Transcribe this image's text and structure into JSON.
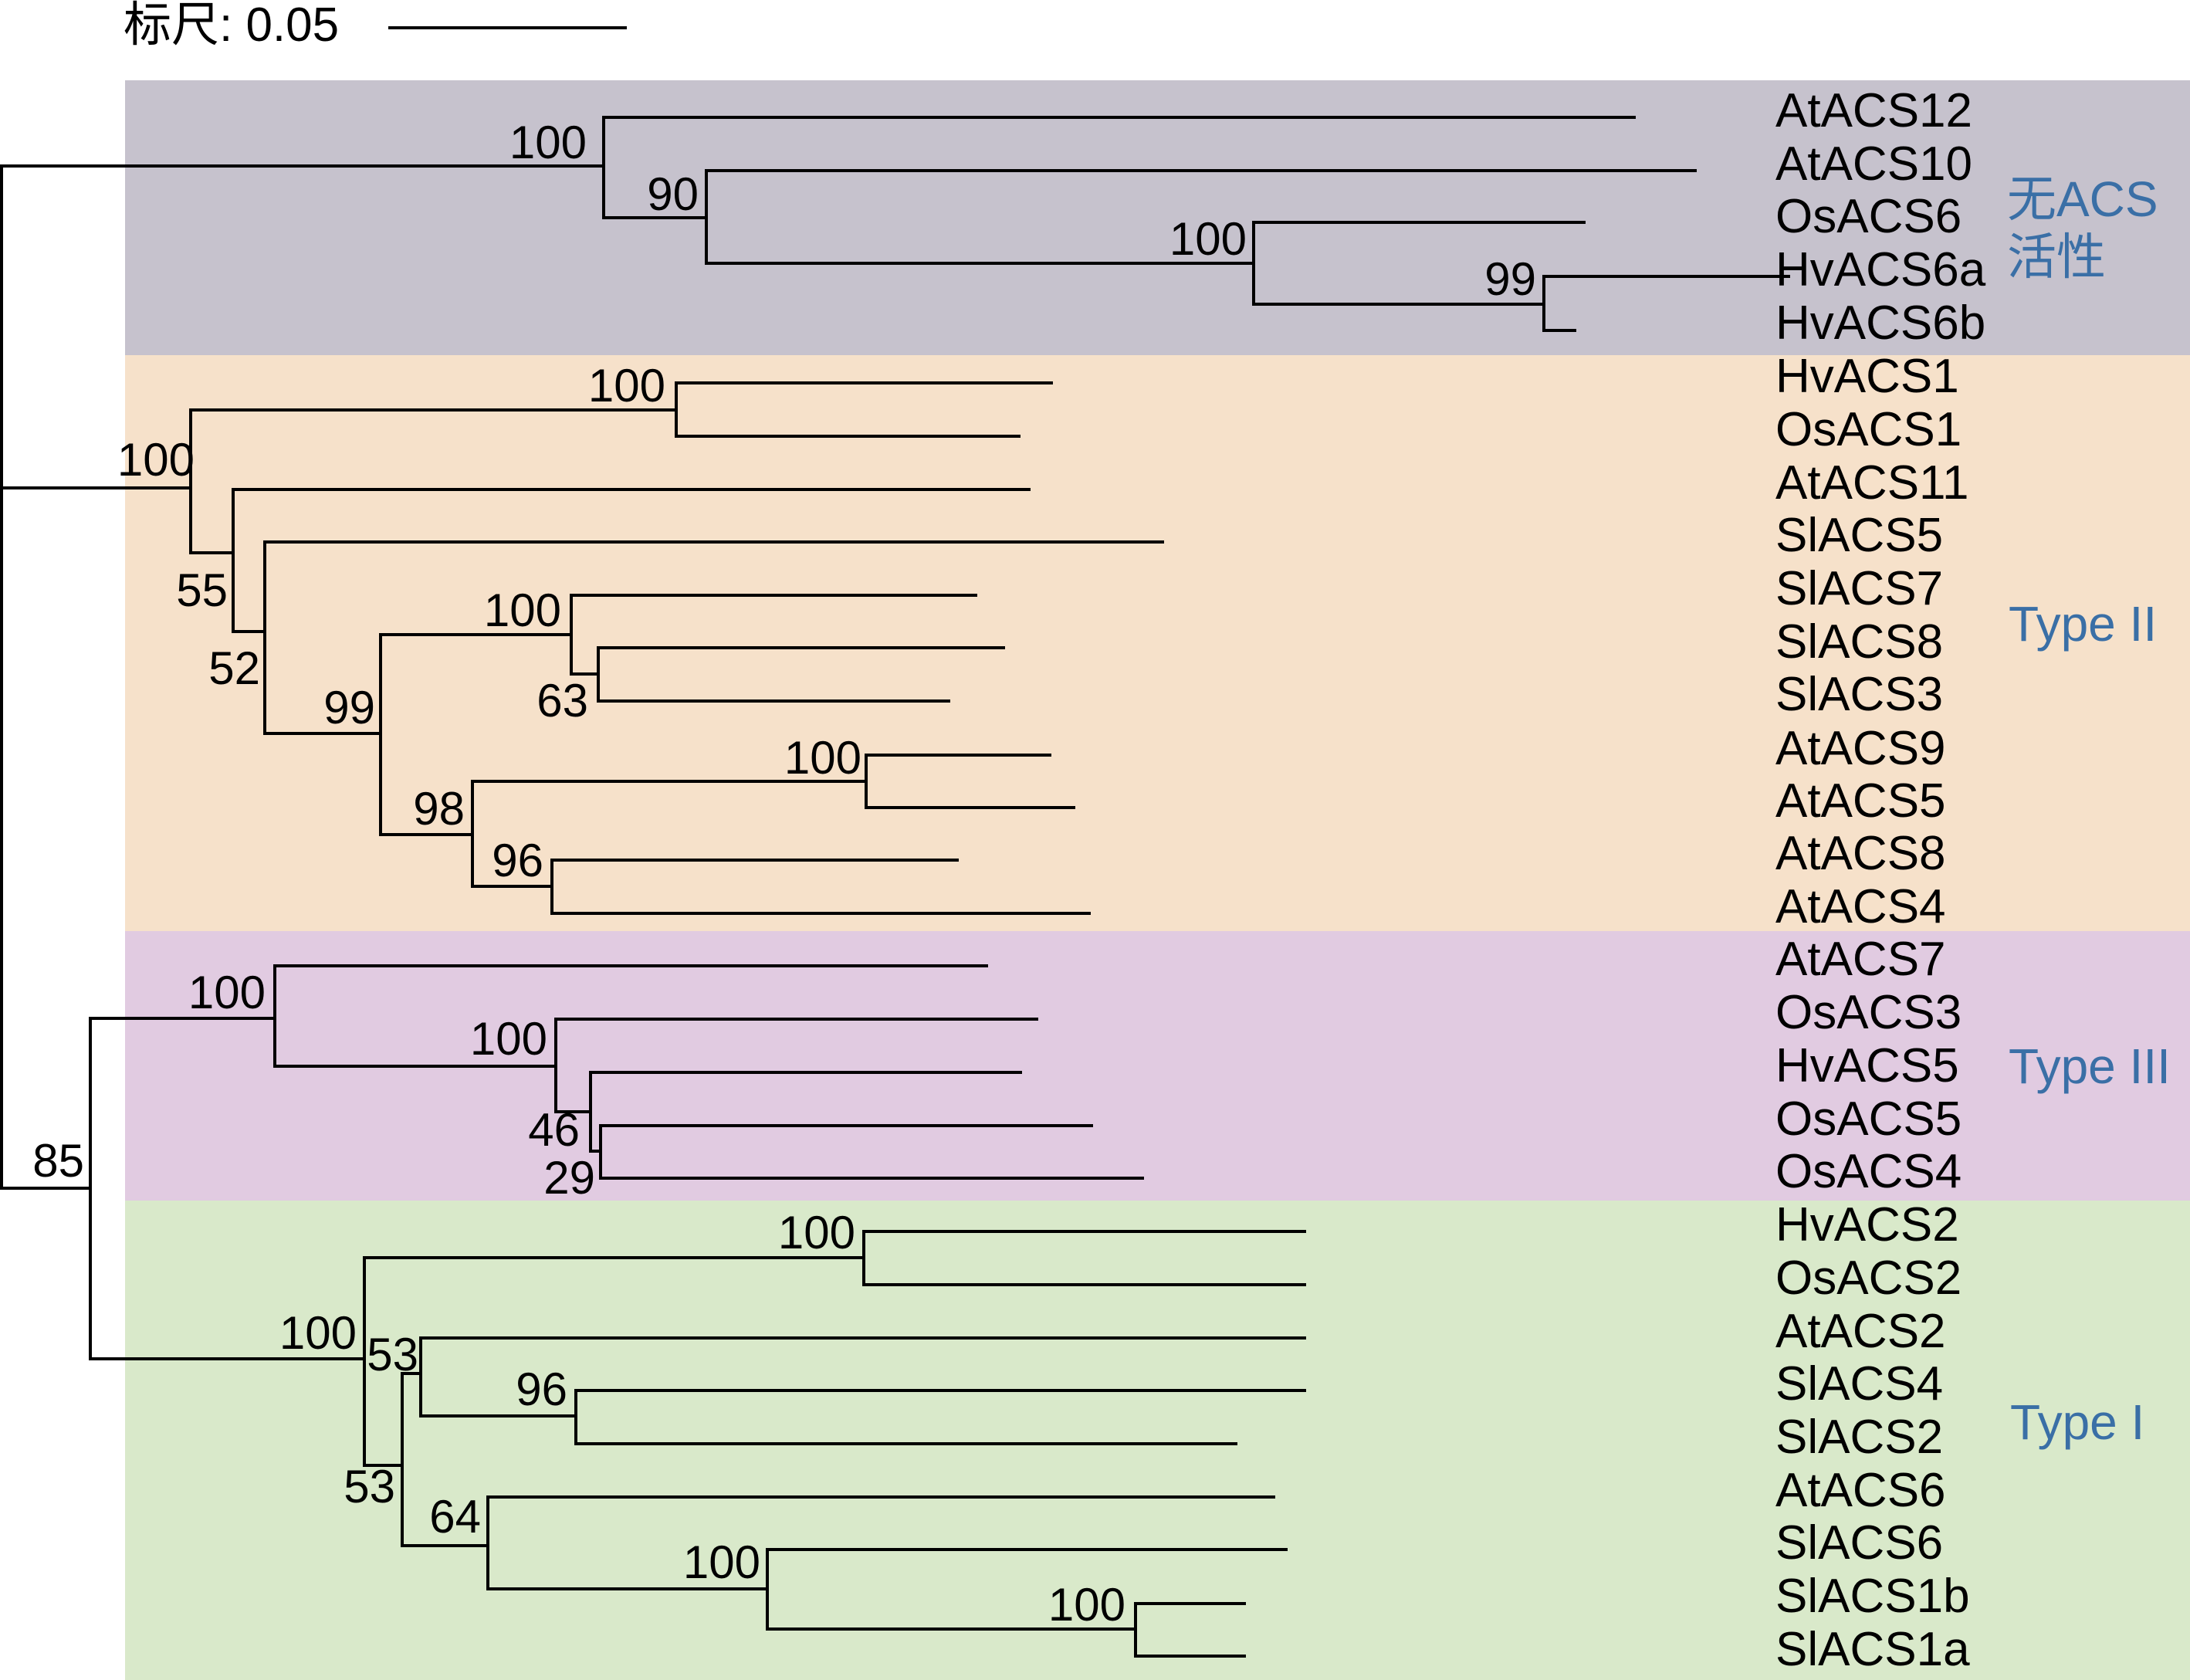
{
  "scale": {
    "label": "标尺: 0.05"
  },
  "groups": [
    {
      "id": "no-activity",
      "lines": [
        "无ACS",
        "活性"
      ],
      "color": "#c6c2cd",
      "label_color": "#3a6fa6"
    },
    {
      "id": "type-2",
      "lines": [
        "Type II"
      ],
      "color": "#f6e1ca",
      "label_color": "#3a6fa6"
    },
    {
      "id": "type-3",
      "lines": [
        "Type III"
      ],
      "color": "#e1cbe1",
      "label_color": "#3a6fa6"
    },
    {
      "id": "type-1",
      "lines": [
        "Type I"
      ],
      "color": "#d9e9ca",
      "label_color": "#3a6fa6"
    }
  ],
  "leaves": [
    "AtACS12",
    "AtACS10",
    "OsACS6",
    "HvACS6a",
    "HvACS6b",
    "HvACS1",
    "OsACS1",
    "AtACS11",
    "SlACS5",
    "SlACS7",
    "SlACS8",
    "SlACS3",
    "AtACS9",
    "AtACS5",
    "AtACS8",
    "AtACS4",
    "AtACS7",
    "OsACS3",
    "HvACS5",
    "OsACS5",
    "OsACS4",
    "HvACS2",
    "OsACS2",
    "AtACS2",
    "SlACS4",
    "SlACS2",
    "AtACS6",
    "SlACS6",
    "SlACS1b",
    "SlACS1a"
  ],
  "bootstrap": [
    "100",
    "90",
    "100",
    "99",
    "100",
    "100",
    "55",
    "52",
    "99",
    "100",
    "63",
    "98",
    "100",
    "96",
    "100",
    "100",
    "46",
    "29",
    "85",
    "100",
    "100",
    "53",
    "96",
    "53",
    "64",
    "100",
    "100"
  ]
}
